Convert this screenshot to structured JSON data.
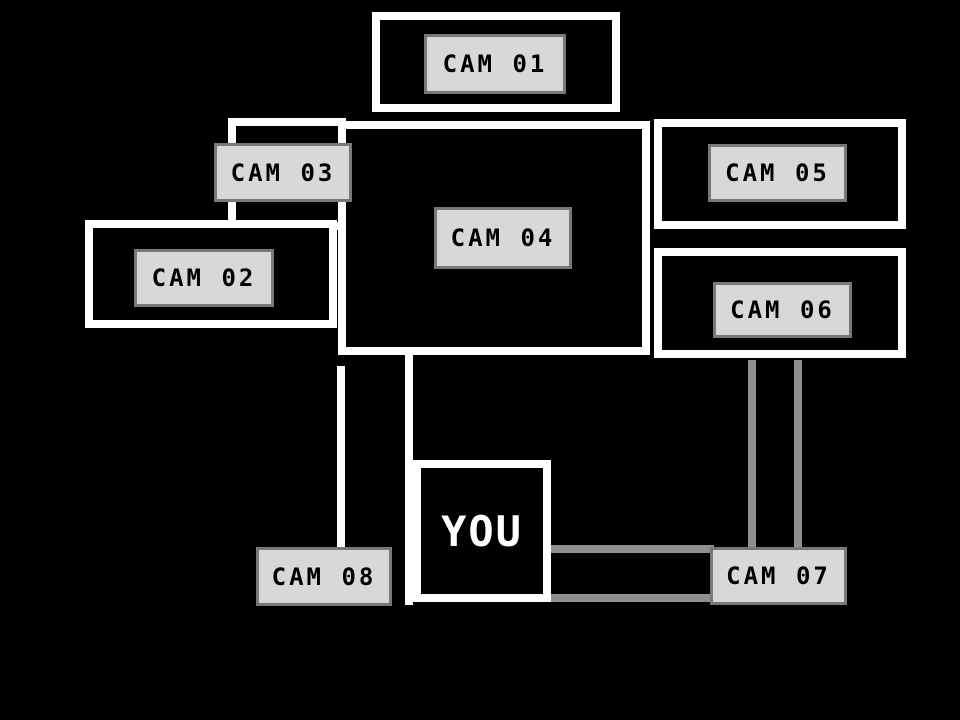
{
  "you_label": "YOU",
  "cameras": [
    {
      "id": "cam-01",
      "label": "CAM 01"
    },
    {
      "id": "cam-02",
      "label": "CAM 02"
    },
    {
      "id": "cam-03",
      "label": "CAM 03"
    },
    {
      "id": "cam-04",
      "label": "CAM 04"
    },
    {
      "id": "cam-05",
      "label": "CAM 05"
    },
    {
      "id": "cam-06",
      "label": "CAM 06"
    },
    {
      "id": "cam-07",
      "label": "CAM 07"
    },
    {
      "id": "cam-08",
      "label": "CAM 08"
    }
  ],
  "colors": {
    "background": "#000000",
    "room_wall": "#ffffff",
    "corridor_wall": "#8f8f8f",
    "button_fill": "#d8d8d8",
    "button_border": "#787878",
    "button_text": "#000000",
    "you_text": "#ffffff"
  }
}
